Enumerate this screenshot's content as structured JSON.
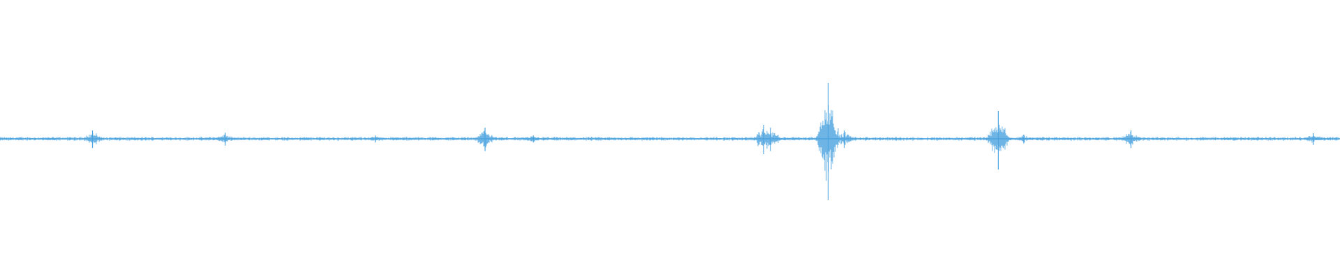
{
  "waveform": {
    "color": "#4aa3df",
    "baseline_amplitude": 0.006,
    "spikes": [
      {
        "position": 0.069,
        "amplitude": 0.03
      },
      {
        "position": 0.168,
        "amplitude": 0.022
      },
      {
        "position": 0.28,
        "amplitude": 0.012
      },
      {
        "position": 0.362,
        "amplitude": 0.04
      },
      {
        "position": 0.398,
        "amplitude": 0.012
      },
      {
        "position": 0.57,
        "amplitude": 0.05
      },
      {
        "position": 0.575,
        "amplitude": 0.04
      },
      {
        "position": 0.618,
        "amplitude": 0.2
      },
      {
        "position": 0.63,
        "amplitude": 0.03
      },
      {
        "position": 0.745,
        "amplitude": 0.1
      },
      {
        "position": 0.764,
        "amplitude": 0.015
      },
      {
        "position": 0.844,
        "amplitude": 0.03
      },
      {
        "position": 0.98,
        "amplitude": 0.02
      }
    ]
  }
}
